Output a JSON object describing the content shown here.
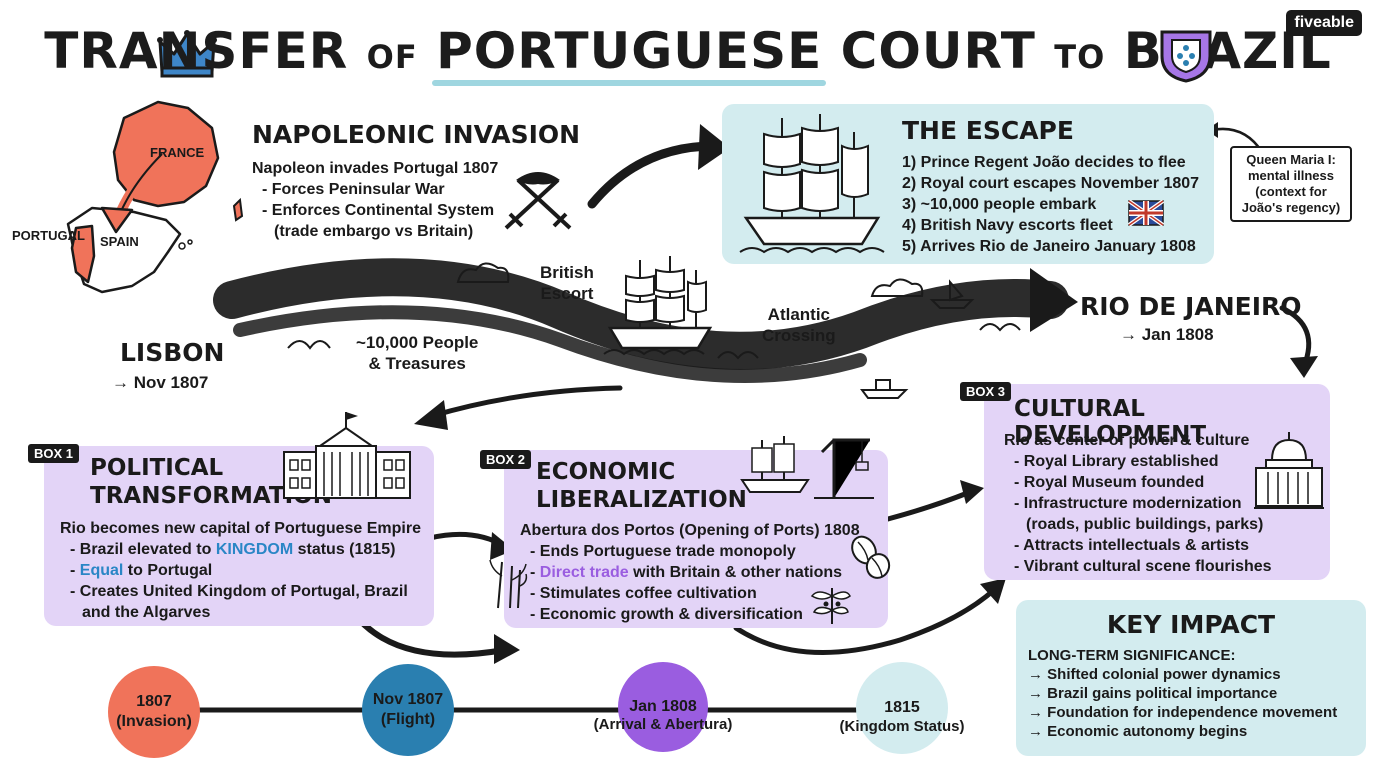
{
  "title": {
    "part1": "TRANSFER",
    "of": "OF",
    "part2": "PORTUGUESE",
    "part3": "COURT",
    "to": "TO",
    "part4": "BRAZIL"
  },
  "brand": "fiveable",
  "map": {
    "france": "FRANCE",
    "portugal": "PORTUGAL",
    "spain": "SPAIN"
  },
  "invasion": {
    "heading": "NAPOLEONIC INVASION",
    "lines": [
      "Napoleon invades Portugal 1807",
      "- Forces Peninsular War",
      "- Enforces Continental System",
      "(trade embargo vs Britain)"
    ]
  },
  "escape": {
    "heading": "THE ESCAPE",
    "steps": [
      "1) Prince Regent João decides to flee",
      "2) Royal court escapes November 1807",
      "3) ~10,000 people embark",
      "4) British Navy escorts fleet",
      "5) Arrives Rio de Janeiro January 1808"
    ]
  },
  "queen_note": [
    "Queen Maria I:",
    "mental illness",
    "(context for",
    "João's regency)"
  ],
  "route": {
    "british_escort": [
      "British",
      "Escort"
    ],
    "atlantic": [
      "Atlantic",
      "Crossing"
    ],
    "people": [
      "~10,000 People",
      "& Treasures"
    ],
    "lisbon": "LISBON",
    "lisbon_date": "→ Nov 1807",
    "rio": "RIO DE JANEIRO",
    "rio_date": "→ Jan 1808"
  },
  "box1": {
    "tag": "BOX 1",
    "heading": [
      "POLITICAL",
      "TRANSFORMATION"
    ],
    "intro": "Rio becomes new capital of Portuguese Empire",
    "l1a": "- Brazil elevated to ",
    "l1b": "KINGDOM",
    "l1c": " status (1815)",
    "l2a": "- ",
    "l2b": "Equal",
    "l2c": " to Portugal",
    "l3": "- Creates United Kingdom of Portugal, Brazil",
    "l4": "and the Algarves"
  },
  "box2": {
    "tag": "BOX 2",
    "heading": [
      "ECONOMIC",
      "LIBERALIZATION"
    ],
    "intro": "Abertura dos Portos (Opening of Ports) 1808",
    "l1": "- Ends Portuguese trade monopoly",
    "l2a": "- ",
    "l2b": "Direct trade",
    "l2c": " with Britain & other nations",
    "l3": "- Stimulates coffee cultivation",
    "l4": "- Economic growth & diversification"
  },
  "box3": {
    "tag": "BOX 3",
    "heading": "CULTURAL DEVELOPMENT",
    "intro": "Rio as center of power & culture",
    "lines": [
      "- Royal Library established",
      "- Royal Museum founded",
      "- Infrastructure modernization",
      "(roads, public buildings, parks)",
      "- Attracts intellectuals & artists",
      "- Vibrant cultural scene flourishes"
    ]
  },
  "impact": {
    "heading": "KEY IMPACT",
    "sub": "LONG-TERM SIGNIFICANCE:",
    "lines": [
      "→ Shifted colonial power dynamics",
      "→ Brazil gains political importance",
      "→ Foundation for independence movement",
      "→ Economic autonomy begins"
    ]
  },
  "timeline": [
    {
      "date": "1807",
      "label": "(Invasion)",
      "color": "#f0735a"
    },
    {
      "date": "Nov 1807",
      "label": "(Flight)",
      "color": "#2a7fb0"
    },
    {
      "date": "Jan 1808",
      "label": "(Arrival & Abertura)",
      "color": "#9a5de0"
    },
    {
      "date": "1815",
      "label": "(Kingdom Status)",
      "color": "#d3ecef"
    }
  ],
  "colors": {
    "purple_box": "#e3d4f7",
    "cyan_box": "#d3ecef",
    "france": "#f0735a",
    "accent_blue": "#2a86c6",
    "accent_violet": "#9a5de0"
  },
  "icons": [
    "crown-icon",
    "shield-icon",
    "crossed-swords-icon",
    "ship-icon",
    "british-flag-icon",
    "palace-icon",
    "port-crane-icon",
    "coffee-icon",
    "sugarcane-icon",
    "museum-icon"
  ]
}
